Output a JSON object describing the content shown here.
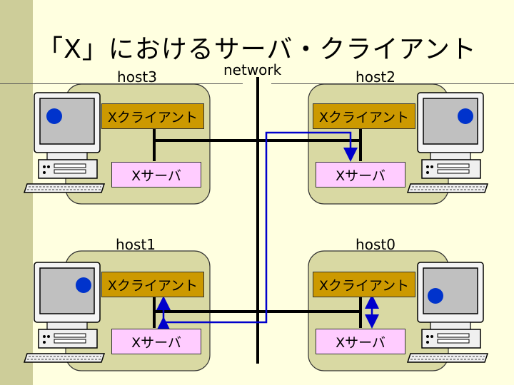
{
  "slide": {
    "title": "「X」におけるサーバ・クライアント",
    "network_label": "network"
  },
  "hosts": {
    "host3": {
      "label": "host3",
      "client": "Xクライアント",
      "server": "Xサーバ"
    },
    "host2": {
      "label": "host2",
      "client": "Xクライアント",
      "server": "Xサーバ"
    },
    "host1": {
      "label": "host1",
      "client": "Xクライアント",
      "server": "Xサーバ"
    },
    "host0": {
      "label": "host0",
      "client": "Xクライアント",
      "server": "Xサーバ"
    }
  },
  "colors": {
    "background": "#FFFFE0",
    "side_stripe": "#CDCD99",
    "host_panel": "#D9D9A3",
    "client_box": "#CC9900",
    "server_box": "#FFCCFF",
    "monitor_screen": "#C0C0C0",
    "screen_dot": "#0033CC",
    "connection_line": "#0000CC"
  },
  "icons": [
    "computer-icon"
  ]
}
